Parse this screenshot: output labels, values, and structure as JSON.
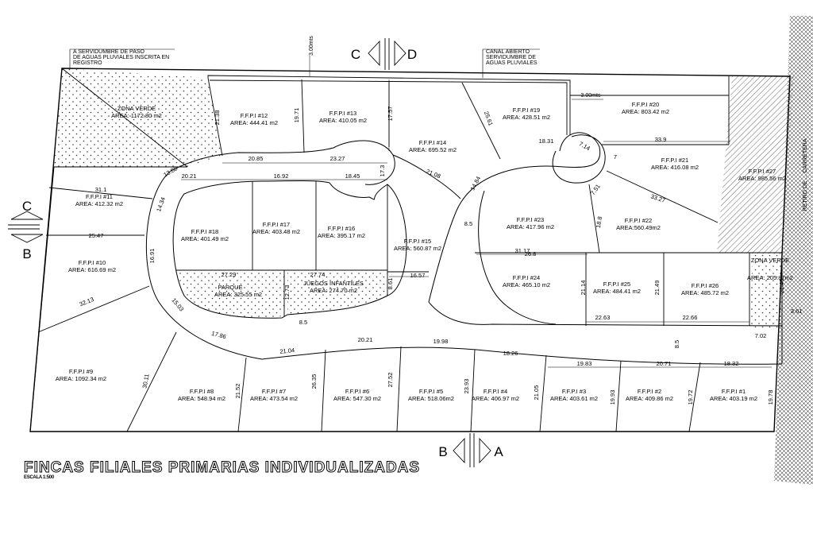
{
  "lots": [
    {
      "name": "F.F.P.I #1",
      "area": "AREA: 403.19 m2"
    },
    {
      "name": "F.F.P.I #2",
      "area": "AREA: 409.86 m2"
    },
    {
      "name": "F.F.P.I #3",
      "area": "AREA: 403.61 m2"
    },
    {
      "name": "F.F.P.I #4",
      "area": "AREA: 406.97 m2"
    },
    {
      "name": "F.F.P.I #5",
      "area": "AREA: 518.06m2"
    },
    {
      "name": "F.F.P.I #6",
      "area": "AREA: 547.30 m2"
    },
    {
      "name": "F.F.P.I #7",
      "area": "AREA: 473.54 m2"
    },
    {
      "name": "F.F.P.I #8",
      "area": "AREA: 548.94 m2"
    },
    {
      "name": "F.F.P.I #9",
      "area": "AREA: 1092.34 m2"
    },
    {
      "name": "F.F.P.I #10",
      "area": "AREA: 616.69 m2"
    },
    {
      "name": "F.F.P.I #11",
      "area": "AREA: 412.32 m2"
    },
    {
      "name": "F.F.P.I #12",
      "area": "AREA: 444.41 m2"
    },
    {
      "name": "F.F.P.I #13",
      "area": "AREA: 410.05 m2"
    },
    {
      "name": "F.F.P.I #14",
      "area": "AREA: 695.52 m2"
    },
    {
      "name": "F.F.P.I #15",
      "area": "AREA: 560.87 m2"
    },
    {
      "name": "F.F.P.I #16",
      "area": "AREA: 395.17 m2"
    },
    {
      "name": "F.F.P.I #17",
      "area": "AREA: 403.48 m2"
    },
    {
      "name": "F.F.P.I #18",
      "area": "AREA: 401.49 m2"
    },
    {
      "name": "F.F.P.I #19",
      "area": "AREA: 428.51 m2"
    },
    {
      "name": "F.F.P.I #20",
      "area": "AREA: 803.42 m2"
    },
    {
      "name": "F.F.P.I #21",
      "area": "AREA: 416.08 m2"
    },
    {
      "name": "F.F.P.I #22",
      "area": "AREA:560.49m2"
    },
    {
      "name": "F.F.P.I #23",
      "area": "AREA: 417.96 m2"
    },
    {
      "name": "F.F.P.I #24",
      "area": "AREA: 465.10 m2"
    },
    {
      "name": "F.F.P.I #25",
      "area": "AREA: 484.41 m2"
    },
    {
      "name": "F.F.P.I #26",
      "area": "AREA: 485.72 m2"
    },
    {
      "name": "F.F.P.I #27",
      "area": "AREA: 985.56 m2"
    }
  ],
  "green_zones": [
    {
      "name": "ZONA VERDE",
      "area": "AREA: 1172.80 m2"
    },
    {
      "name": "ZONA VERDE",
      "area": "AREA: 205.87m2"
    }
  ],
  "amenities": {
    "park": {
      "name": "PARQUE",
      "area": "AREA: 325.55 m2"
    },
    "playground": {
      "name": "JUEGOS INFANTILES",
      "area": "AREA: 274.70 m2"
    }
  },
  "annotations": {
    "easement_left": [
      "A SERVIDUMBRE DE PASO",
      "DE AGUAS PLUVIALES INSCRITA EN",
      "REGISTRO"
    ],
    "easement_right": [
      "CANAL ABIERTO",
      "SERVIDUMBRE DE",
      "AGUAS PLUVIALES"
    ],
    "setback_top": "3.00mts",
    "setback_right": "3.00mts",
    "road_right": "RETIRO DE ... CARRETERA"
  },
  "sections": [
    "C",
    "D",
    "C",
    "B",
    "B",
    "A"
  ],
  "dimensions": [
    "20.85",
    "23.27",
    "17.57",
    "21.08",
    "14.84",
    "8.5",
    "25.61",
    "18.31",
    "7.14",
    "33.9",
    "7",
    "7.51",
    "33.27",
    "18.8",
    "31.17",
    "26.8",
    "16.57",
    "8.61",
    "21.14",
    "21.49",
    "22.63",
    "22.66",
    "21.49",
    "7.02",
    "3.61",
    "8.5",
    "20.21",
    "16.92",
    "18.45",
    "17.3",
    "13.88",
    "14.34",
    "31.1",
    "25.47",
    "16.91",
    "32.13",
    "15.03",
    "17.86",
    "21.04",
    "20.21",
    "19.98",
    "18.26",
    "19.83",
    "20.71",
    "18.32",
    "21.52",
    "26.35",
    "27.52",
    "23.93",
    "21.05",
    "19.93",
    "19.72",
    "19.78",
    "30.11",
    "27.29",
    "27.74",
    "12.73",
    "8.5",
    "21.38",
    "19.71"
  ],
  "title": "FINCAS FILIALES PRIMARIAS INDIVIDUALIZADAS",
  "scale": "ESCALA 1:500"
}
